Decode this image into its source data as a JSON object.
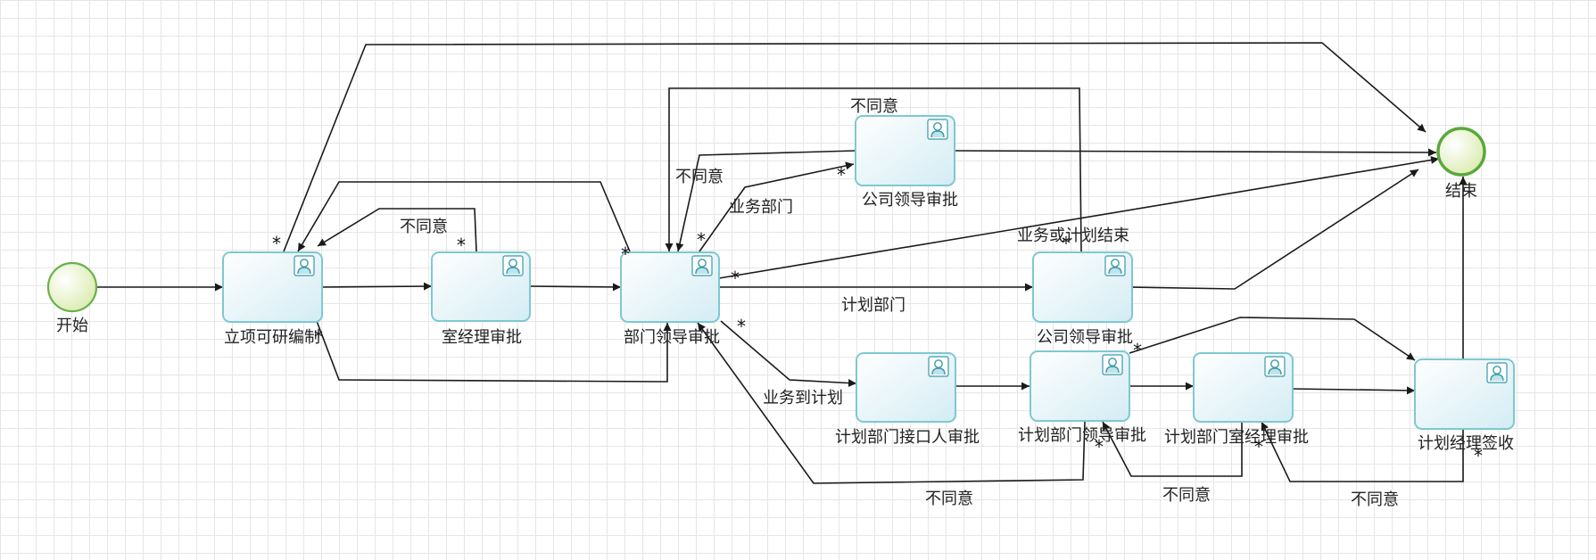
{
  "nodes": {
    "start": {
      "label": "开始",
      "icon": "start-event-icon"
    },
    "end": {
      "label": "结束",
      "icon": "end-event-icon"
    },
    "lixiang": {
      "label": "立项可研编制",
      "icon": "user-task-icon"
    },
    "shijingli": {
      "label": "室经理审批",
      "icon": "user-task-icon"
    },
    "bumen": {
      "label": "部门领导审批",
      "icon": "user-task-icon"
    },
    "gongsi_top": {
      "label": "公司领导审批",
      "icon": "user-task-icon"
    },
    "gongsi_mid": {
      "label": "公司领导审批",
      "icon": "user-task-icon"
    },
    "jiekou": {
      "label": "计划部门接口人审批",
      "icon": "user-task-icon"
    },
    "jihua_lingdao": {
      "label": "计划部门领导审批",
      "icon": "user-task-icon"
    },
    "jihua_shi": {
      "label": "计划部门室经理审批",
      "icon": "user-task-icon"
    },
    "jingli_qianshou": {
      "label": "计划经理签收",
      "icon": "user-task-icon"
    }
  },
  "edge_labels": {
    "disagree_top": "不同意",
    "disagree_left": "不同意",
    "disagree_shijingli": "不同意",
    "yewu_bumen": "业务部门",
    "yewu_jihua_end": "业务或计划结束",
    "jihua_bumen": "计划部门",
    "yewu_to_jihua": "业务到计划",
    "disagree_bottom1": "不同意",
    "disagree_bottom2": "不同意",
    "disagree_bottom3": "不同意"
  },
  "markers": {
    "star": "*"
  },
  "colors": {
    "task_border": "#7ec8d0",
    "task_fill_top": "#ffffff",
    "task_fill_bottom": "#d6eef5",
    "event_border": "#6ab04c",
    "event_fill": "#e8f3c9",
    "edge": "#1a1a1a",
    "icon": "#3a9aa8"
  }
}
